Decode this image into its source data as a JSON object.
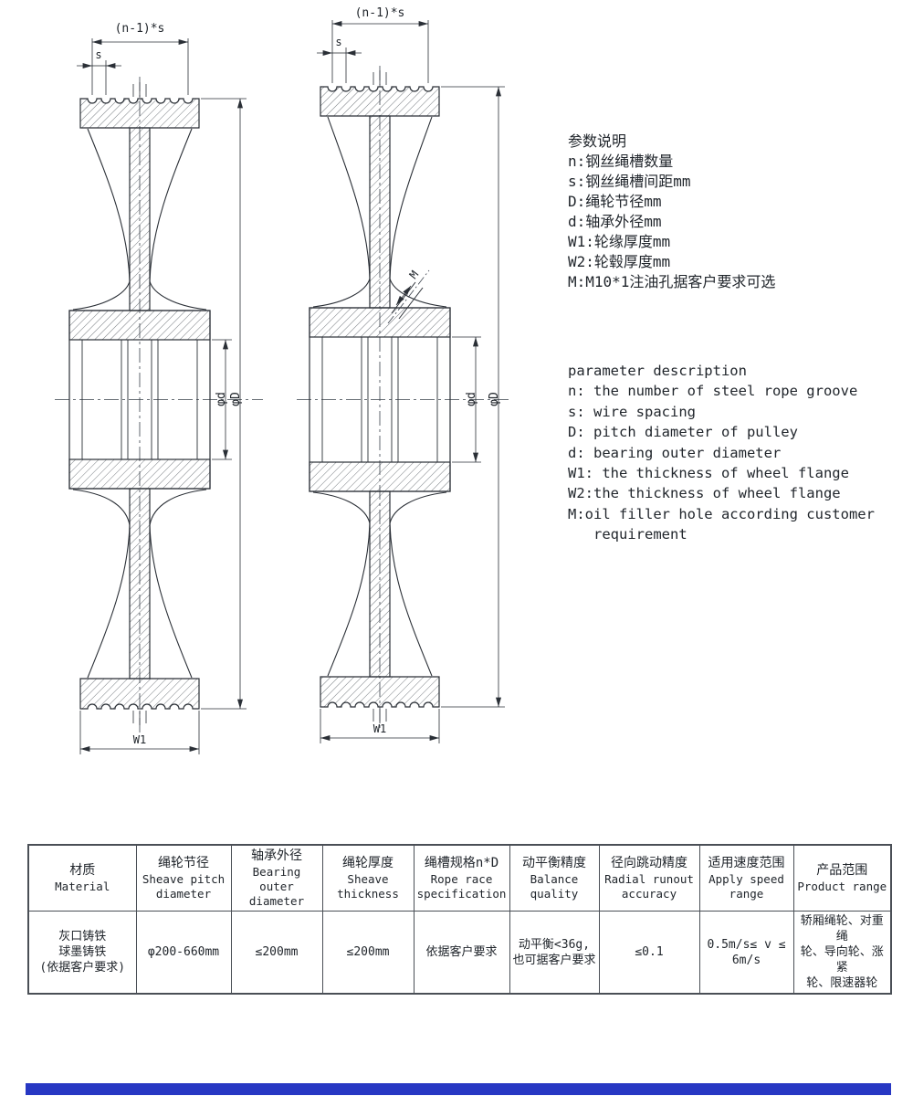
{
  "drawing": {
    "left": {
      "span_label": "(n-1)*s",
      "pitch_label": "s",
      "bore_label": "φd",
      "diameter_label": "φD",
      "rim_label": "W1"
    },
    "right": {
      "span_label": "(n-1)*s",
      "pitch_label": "s",
      "oil_label": "M",
      "bore_label": "φd",
      "diameter_label": "φD",
      "rim_label": "W1"
    }
  },
  "notes_cn": {
    "title": "参数说明",
    "lines": [
      "n:钢丝绳槽数量",
      "s:钢丝绳槽间距mm",
      "D:绳轮节径mm",
      "d:轴承外径mm",
      "W1:轮缘厚度mm",
      "W2:轮毂厚度mm",
      "M:M10*1注油孔据客户要求可选"
    ]
  },
  "notes_en": {
    "title": "parameter description",
    "lines": [
      "n: the number of steel rope groove",
      "s: wire spacing",
      "D: pitch diameter of pulley",
      "d: bearing outer diameter",
      "W1: the thickness of wheel flange",
      "W2:the thickness of wheel flange",
      "M:oil filler hole according customer",
      "   requirement"
    ]
  },
  "table": {
    "headers": [
      {
        "cn": "材质",
        "en": "Material"
      },
      {
        "cn": "绳轮节径",
        "en": "Sheave pitch\ndiameter"
      },
      {
        "cn": "轴承外径",
        "en": "Bearing outer\ndiameter"
      },
      {
        "cn": "绳轮厚度",
        "en": "Sheave\nthickness"
      },
      {
        "cn": "绳槽规格n*D",
        "en": "Rope race\nspecification"
      },
      {
        "cn": "动平衡精度",
        "en": "Balance\nquality"
      },
      {
        "cn": "径向跳动精度",
        "en": "Radial runout\naccuracy"
      },
      {
        "cn": "适用速度范围",
        "en": "Apply speed\nrange"
      },
      {
        "cn": "产品范围",
        "en": "Product range"
      }
    ],
    "row": [
      "灰口铸铁\n球墨铸铁\n(依据客户要求)",
      "φ200-660mm",
      "≤200mm",
      "≤200mm",
      "依据客户要求",
      "动平衡<36g,\n也可据客户要求",
      "≤0.1",
      "0.5m/s≤ v ≤\n6m/s",
      "轿厢绳轮、对重绳\n轮、导向轮、涨紧\n轮、限速器轮"
    ]
  },
  "footer": {
    "bar_color": "#2737c3"
  }
}
